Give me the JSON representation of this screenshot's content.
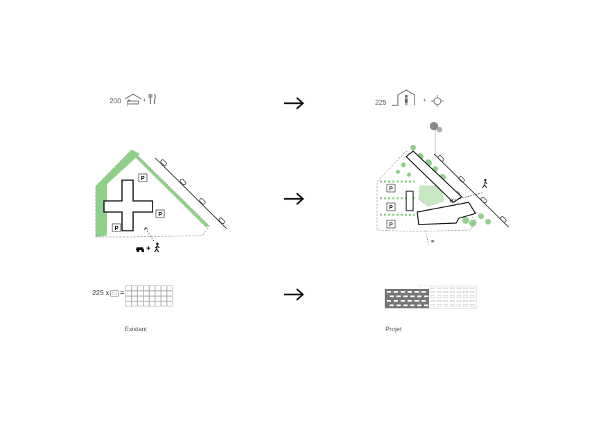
{
  "existing": {
    "capacity_count": "200",
    "plus_symbol": "+",
    "parking_label": "P",
    "access_plus": "+",
    "units_prefix": "225 x",
    "equals_symbol": "=",
    "caption": "Existant",
    "icons": [
      "bed-icon",
      "fork-knife-icon",
      "parking-icon",
      "car-icon",
      "pedestrian-icon",
      "room-unit-icon"
    ]
  },
  "project": {
    "capacity_count": "225",
    "plus_symbol": "+",
    "parking_label": "P",
    "caption": "Projet",
    "icons": [
      "person-house-icon",
      "target-icon",
      "tree-icon",
      "pedestrian-icon"
    ]
  },
  "arrows": {
    "icon": "right-arrow-icon",
    "count": 3
  },
  "colors": {
    "green": "#8fcf8a",
    "green_light": "#c7e7c3",
    "dark": "#222222",
    "grey": "#777777"
  }
}
